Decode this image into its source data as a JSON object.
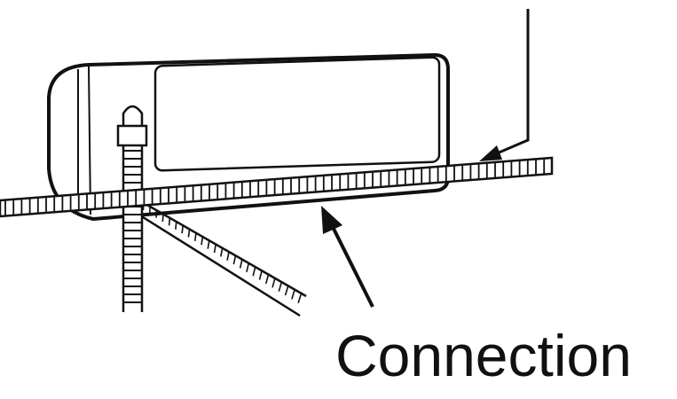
{
  "labels": {
    "connection": "Connection"
  },
  "colors": {
    "ink": "#111111",
    "background": "#ffffff"
  },
  "parts": {
    "unit": "indoor-unit",
    "pipes": [
      "horizontal-pipe",
      "vertical-pipe",
      "diagonal-pipe"
    ],
    "arrows": [
      "upper-arrow",
      "connection-arrow"
    ]
  }
}
